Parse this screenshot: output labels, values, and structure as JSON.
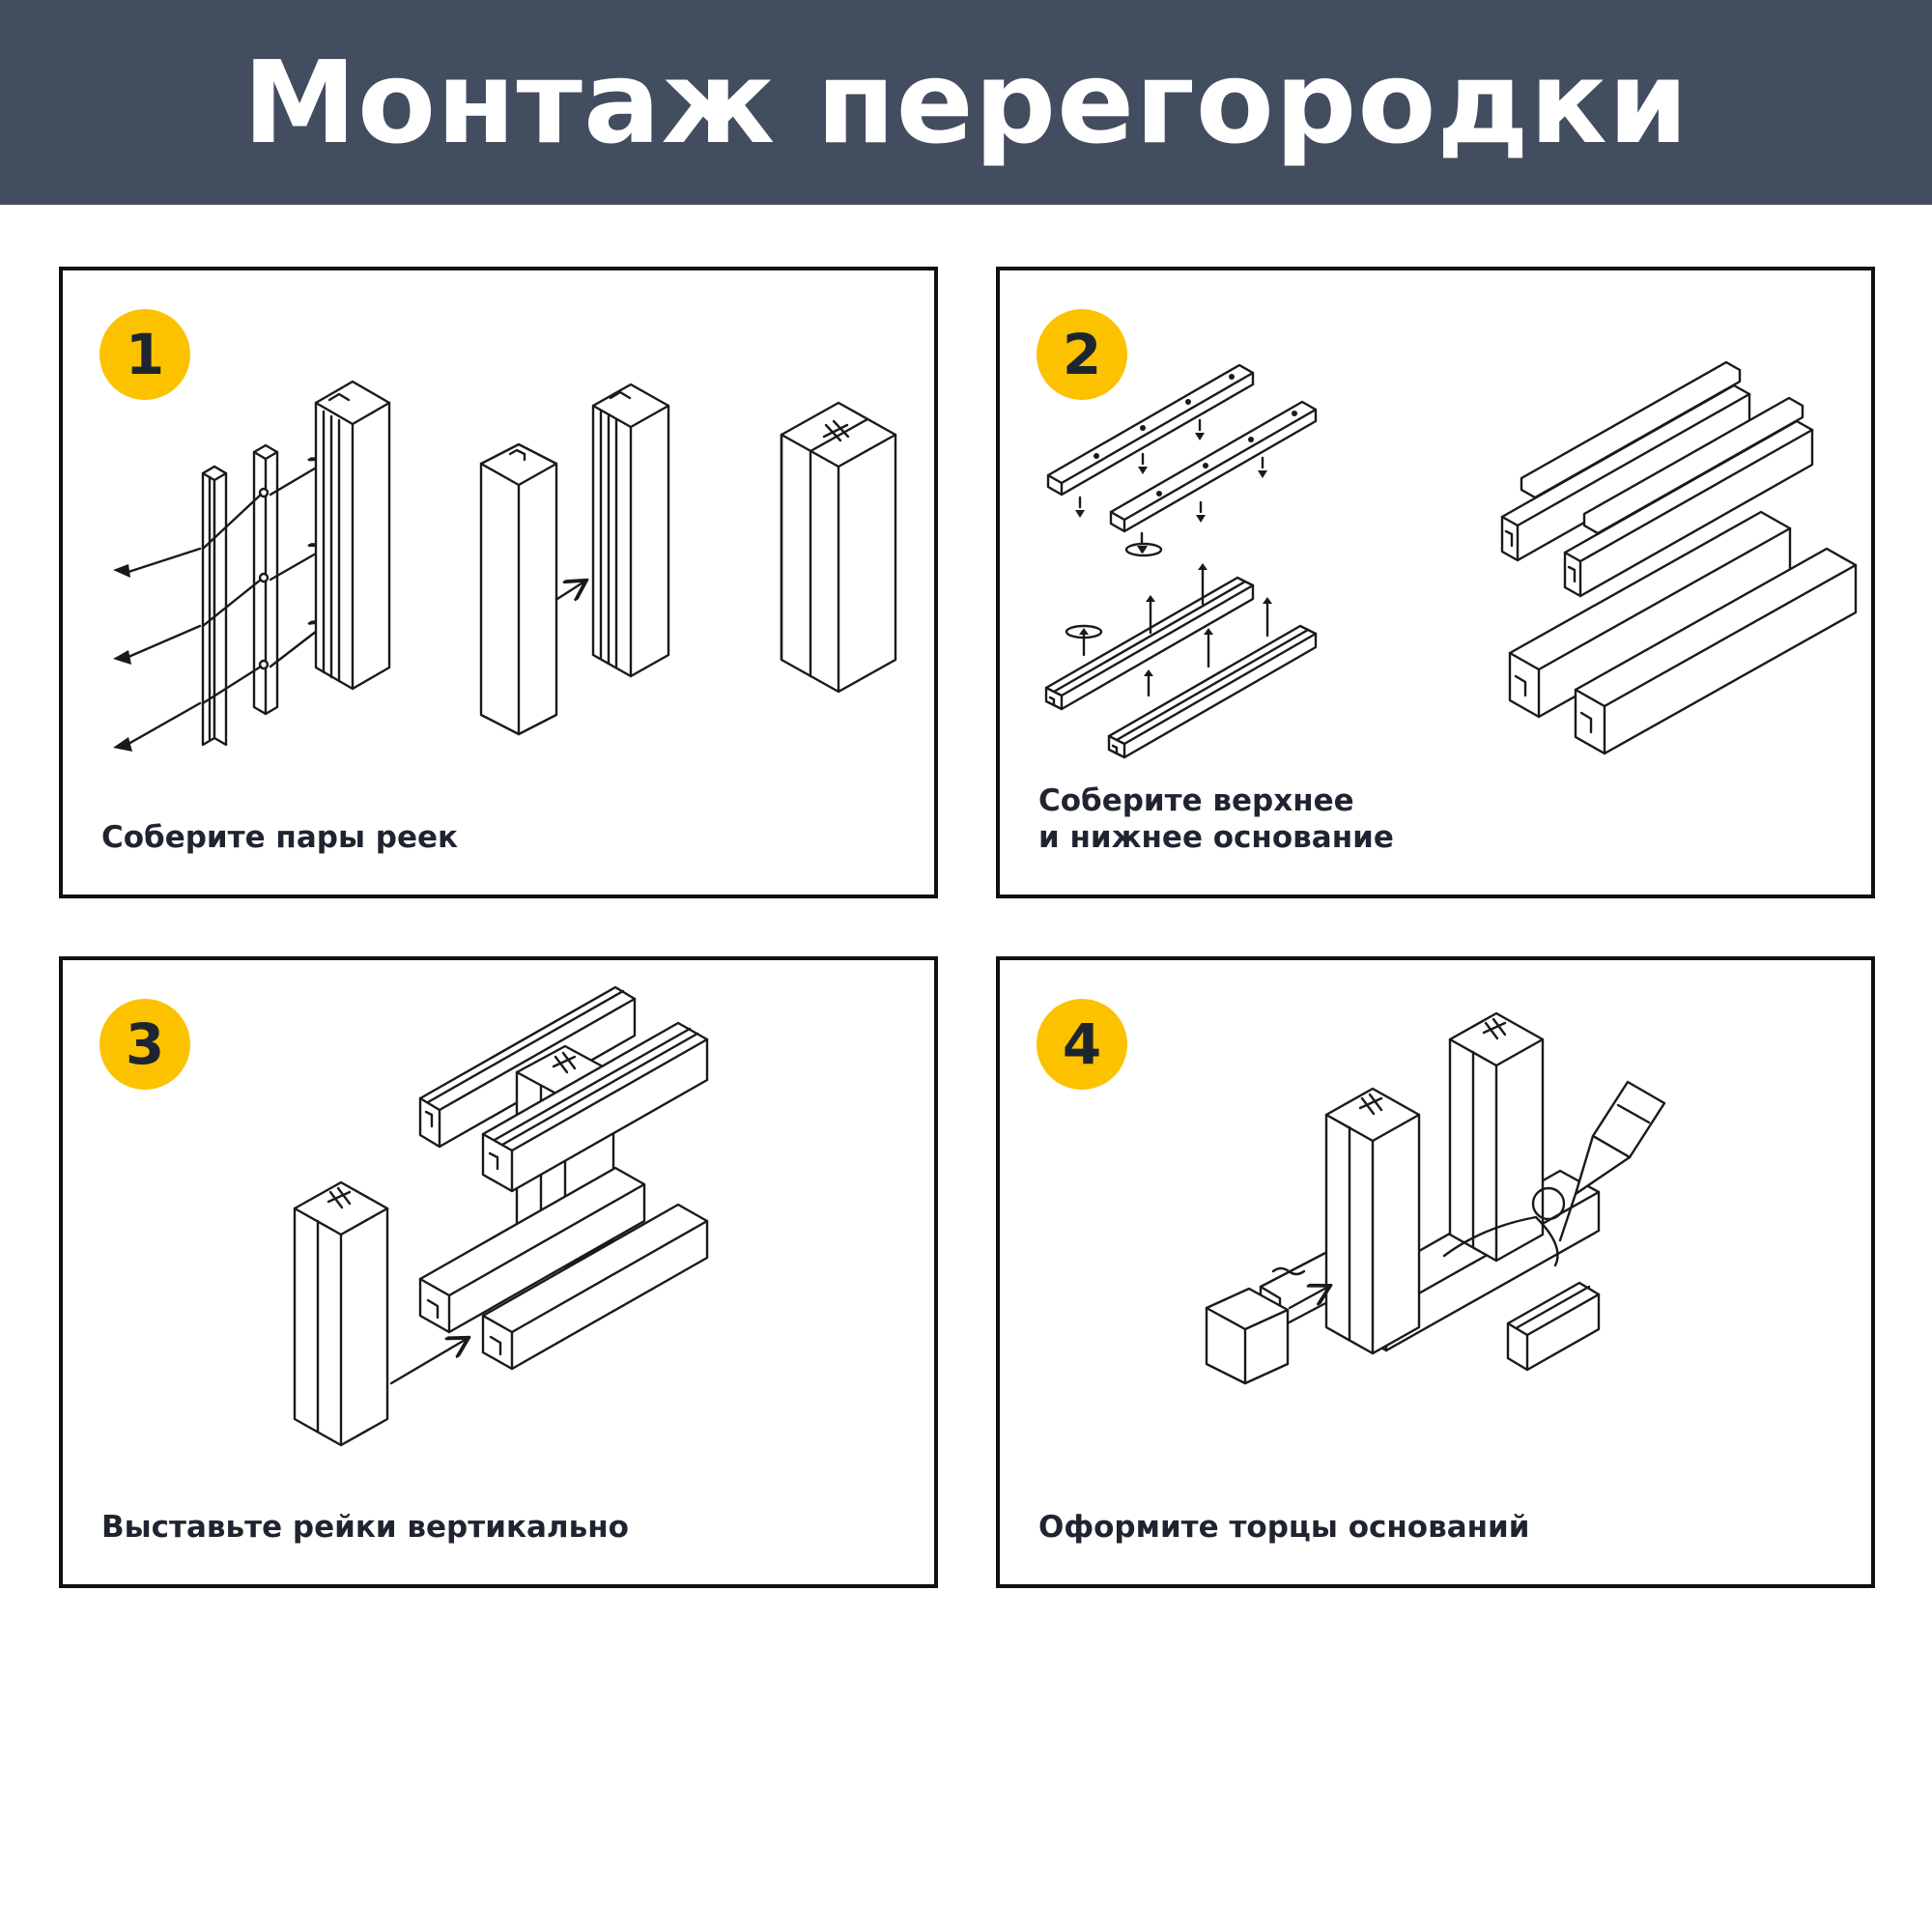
{
  "title": "Монтаж перегородки",
  "colors": {
    "header_bg": "#434d60",
    "badge": "#fcc200",
    "text": "#1f2430"
  },
  "steps": [
    {
      "number": "1",
      "caption": "Соберите пары реек"
    },
    {
      "number": "2",
      "caption": "Соберите верхнее\nи нижнее основание"
    },
    {
      "number": "3",
      "caption": "Выставьте рейки вертикально"
    },
    {
      "number": "4",
      "caption": "Оформите торцы оснований"
    }
  ]
}
